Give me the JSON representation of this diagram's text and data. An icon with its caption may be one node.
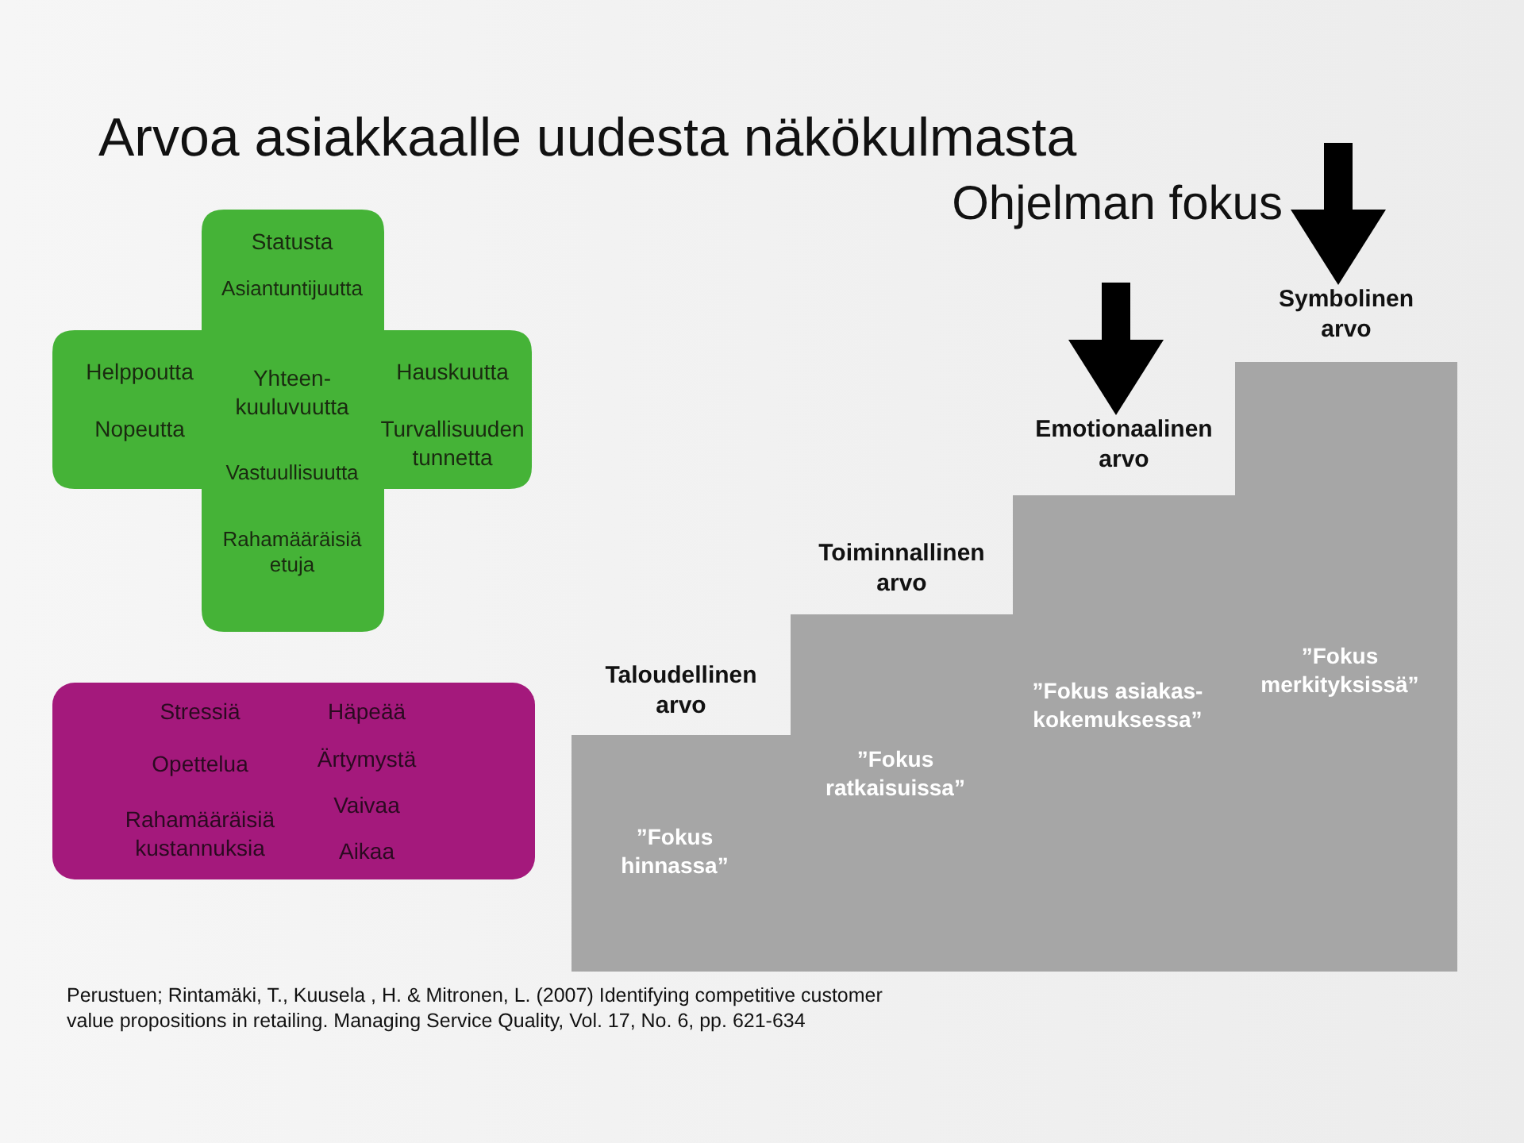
{
  "diagram": {
    "title": "Arvoa asiakkaalle uudesta näkökulmasta",
    "caption": "Perustuen; Rintamäki, T., Kuusela , H. & Mitronen, L. (2007) Identifying competitive customer value propositions in retailing. Managing Service Quality, Vol. 17, No. 6, pp. 621-634",
    "nodes": [
      {
        "text": [
          "Statusta",
          "Asiantuntijuutta",
          "Helppoutta",
          "Nopeutta",
          "Yhteen- kuuluvuutta",
          "Vastuullisuutta",
          "Hauskuutta",
          "Turvallisuuden tunnetta",
          "Rahamääräisiä etuja"
        ]
      },
      {
        "text": [
          "Stressiä",
          "Häpeää",
          "Opettelua",
          "Ärtymystä",
          "Rahamääräisiä kustannuksia",
          "Vaivaa",
          "Aikaa"
        ]
      },
      {
        "text": [
          "Taloudellinen arvo",
          "”Fokus hinnassa”"
        ]
      },
      {
        "text": [
          "Toiminnallinen arvo",
          "”Fokus ratkaisuissa”"
        ]
      },
      {
        "text": [
          "Emotionaalinen arvo",
          "”Fokus asiakas- kokemuksessa”"
        ]
      },
      {
        "text": [
          "Symbolinen arvo",
          "”Fokus merkityksissä”"
        ]
      }
    ],
    "edges": [
      {
        "from": null,
        "to": 4,
        "arrow": "to"
      },
      {
        "from": null,
        "to": 5,
        "arrow": "to"
      }
    ],
    "labels": [
      "Ohjelman fokus"
    ]
  }
}
